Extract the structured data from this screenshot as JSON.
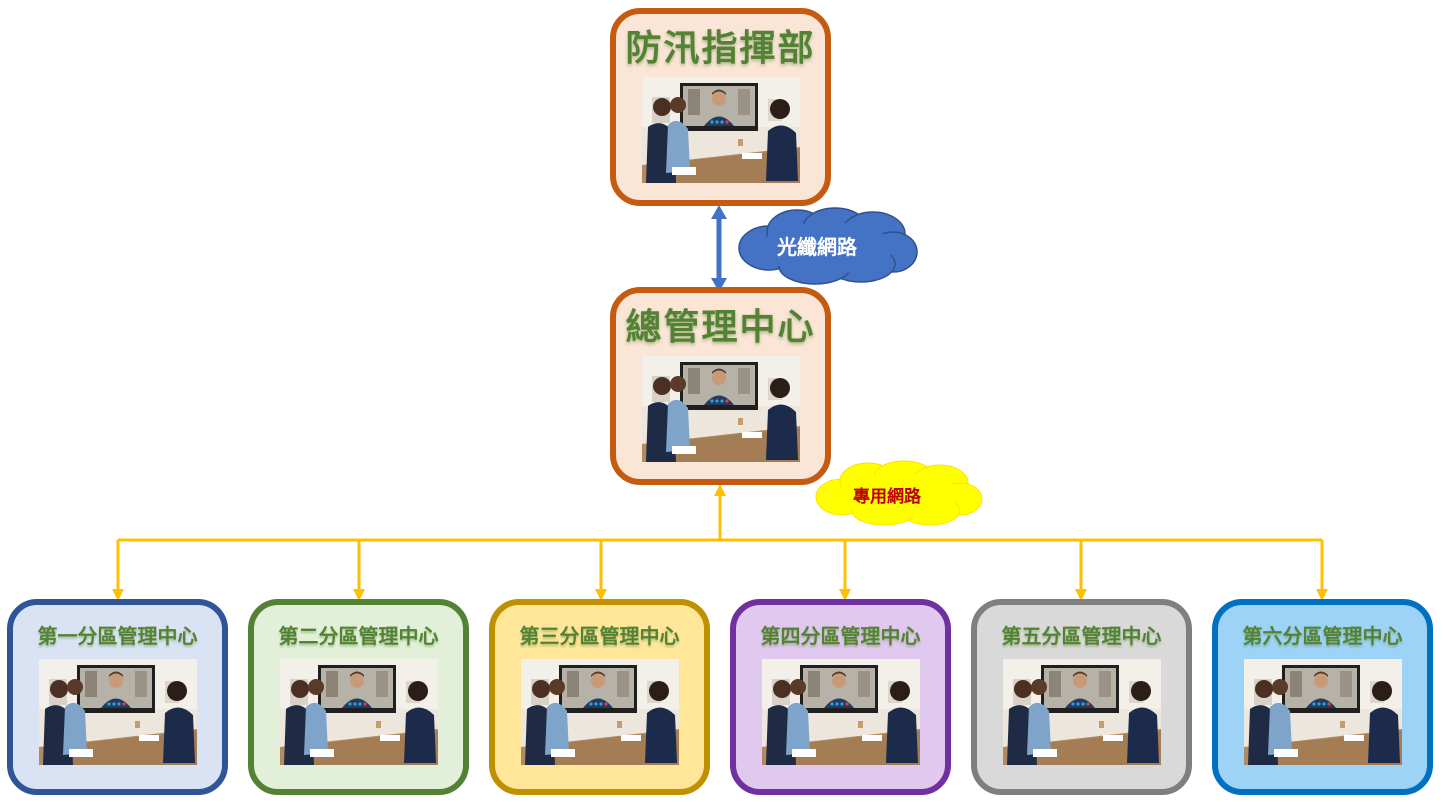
{
  "top": {
    "command_center": "防汛指揮部",
    "main_center": "總管理中心"
  },
  "links": {
    "fiber": "光纖網路",
    "private": "專用網路"
  },
  "branches": [
    {
      "label": "第一分區管理中心",
      "border": "#2f5597",
      "fill": "#dae3f3"
    },
    {
      "label": "第二分區管理中心",
      "border": "#548235",
      "fill": "#e2f0d9"
    },
    {
      "label": "第三分區管理中心",
      "border": "#bf9000",
      "fill": "#ffe699"
    },
    {
      "label": "第四分區管理中心",
      "border": "#7030a0",
      "fill": "#e0c8ef"
    },
    {
      "label": "第五分區管理中心",
      "border": "#7f7f7f",
      "fill": "#d9d9d9"
    },
    {
      "label": "第六分區管理中心",
      "border": "#0070c0",
      "fill": "#9dd3f7"
    }
  ],
  "colors": {
    "top_border": "#c55a11",
    "top_fill": "#fbe5d6",
    "title_text": "#548235",
    "fiber_arrow": "#4472c4",
    "fiber_cloud": "#4472c4",
    "fiber_text": "#ffffff",
    "private_lines": "#ffc000",
    "private_cloud": "#ffff00",
    "private_text": "#c00000"
  }
}
